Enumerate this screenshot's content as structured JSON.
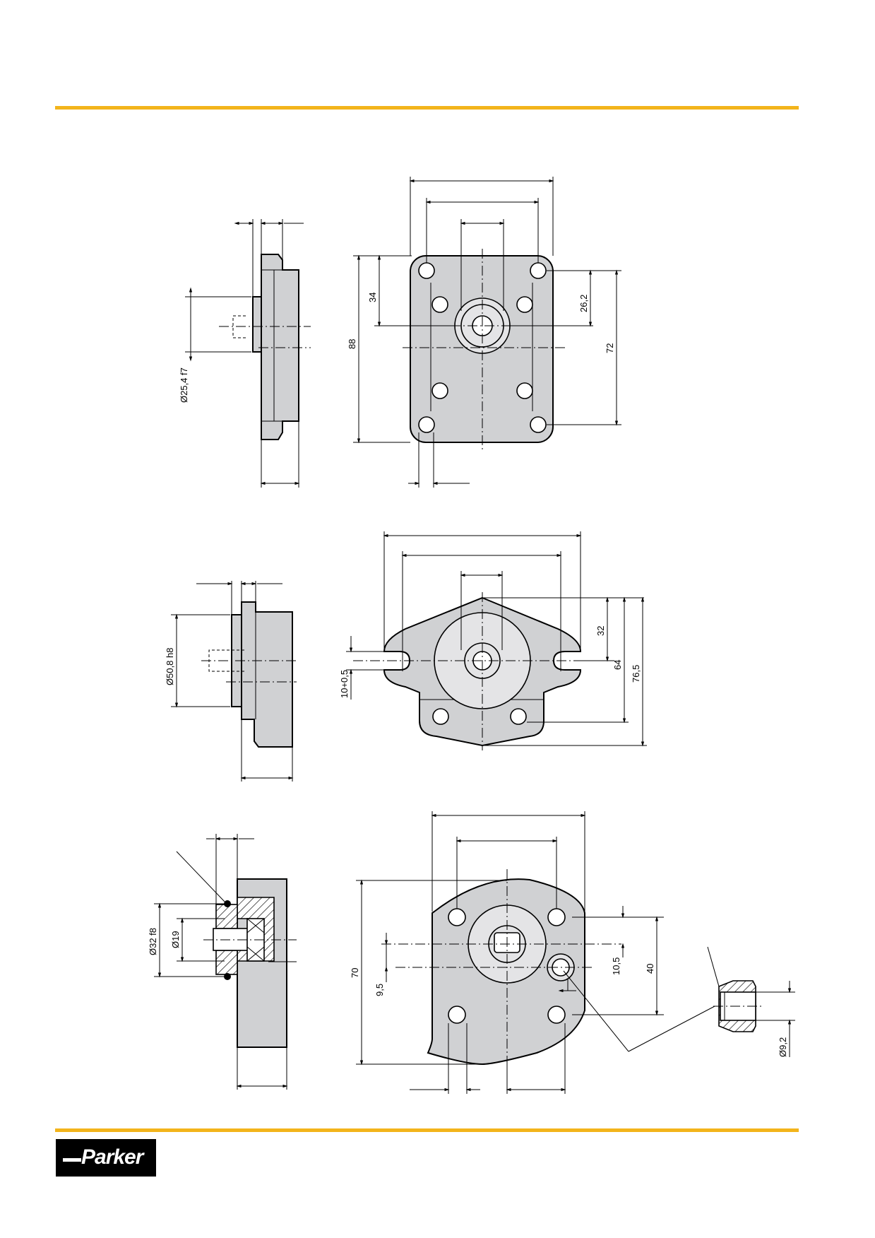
{
  "colors": {
    "rule": "#f3b41b",
    "part_fill": "#d0d1d3",
    "logo_bg": "#000000"
  },
  "views": {
    "rect_flange": {
      "side_dim_shaft": "Ø25,4 f7",
      "dim_height_total": "88",
      "dim_upper": "34",
      "dim_right_upper": "26,2",
      "dim_right_total": "72"
    },
    "oval_flange": {
      "side_dim_pilot": "Ø50,8 h8",
      "dim_slot": "10+0,5",
      "dim_32": "32",
      "dim_64": "64",
      "dim_76_5": "76,5"
    },
    "square_flange": {
      "side_dim_pilot": "Ø32 f8",
      "side_dim_shaft": "Ø19",
      "dim_70": "70",
      "dim_9_5": "9,5",
      "dim_10_5": "10,5",
      "dim_40": "40",
      "detail_dim": "Ø9,2"
    }
  },
  "logo": {
    "text": "Parker",
    "icon": "parker-logo-icon"
  }
}
